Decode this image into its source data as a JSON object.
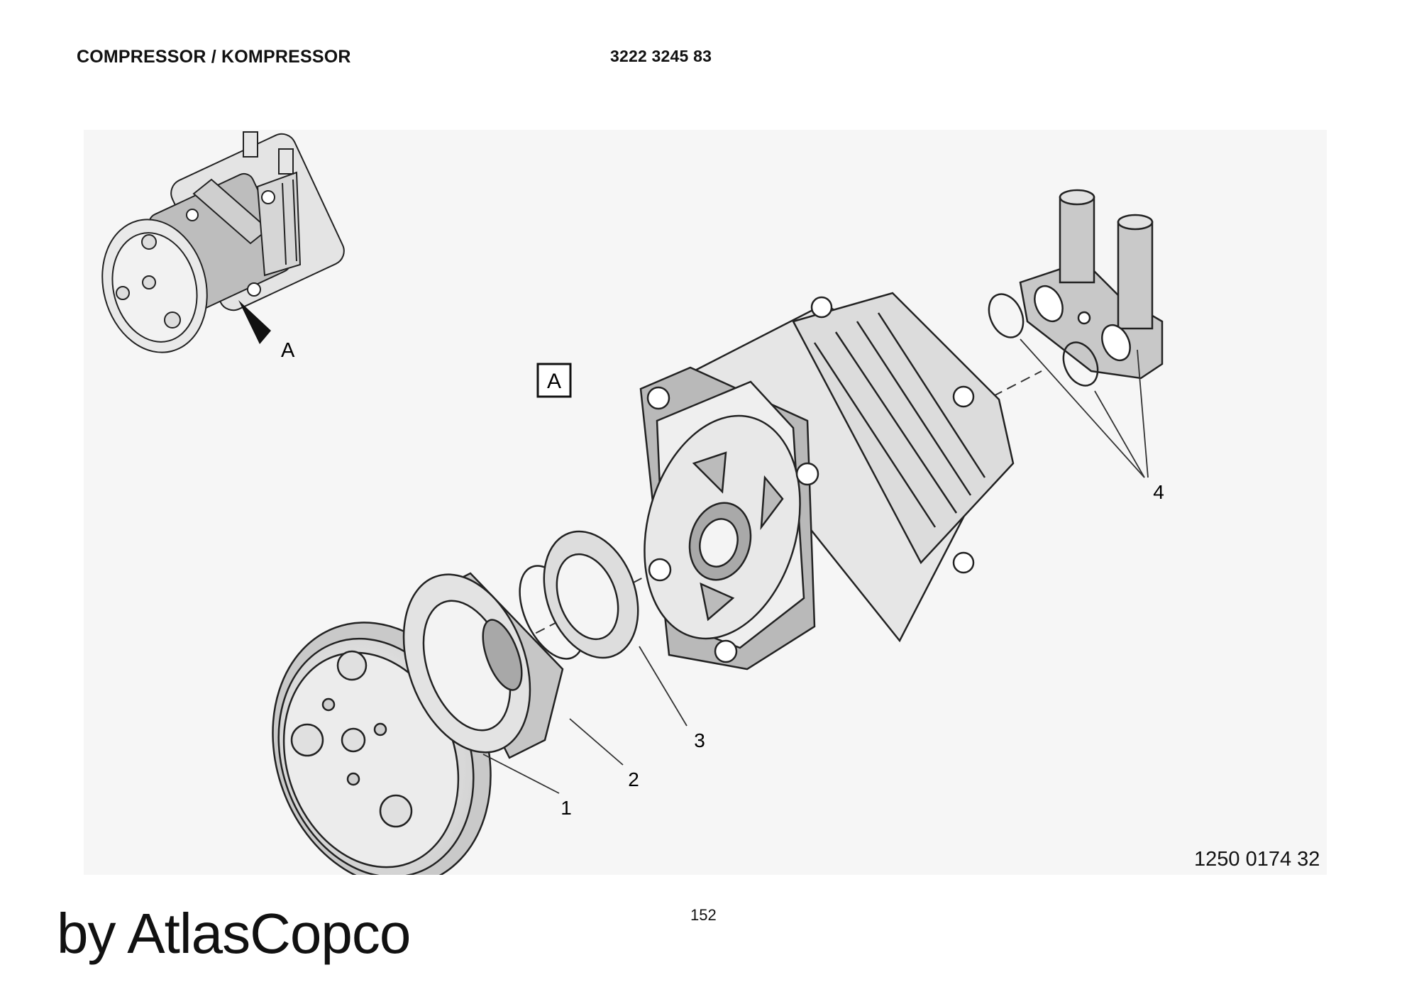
{
  "header": {
    "title": "COMPRESSOR / KOMPRESSOR",
    "part_number": "3222 3245 83"
  },
  "diagram": {
    "detail_label": "A",
    "detail_box_label": "A",
    "callouts": [
      "1",
      "2",
      "3",
      "4"
    ],
    "drawing_number": "1250 0174 32"
  },
  "footer": {
    "page_number": "152",
    "brand": "by AtlasCopco"
  }
}
